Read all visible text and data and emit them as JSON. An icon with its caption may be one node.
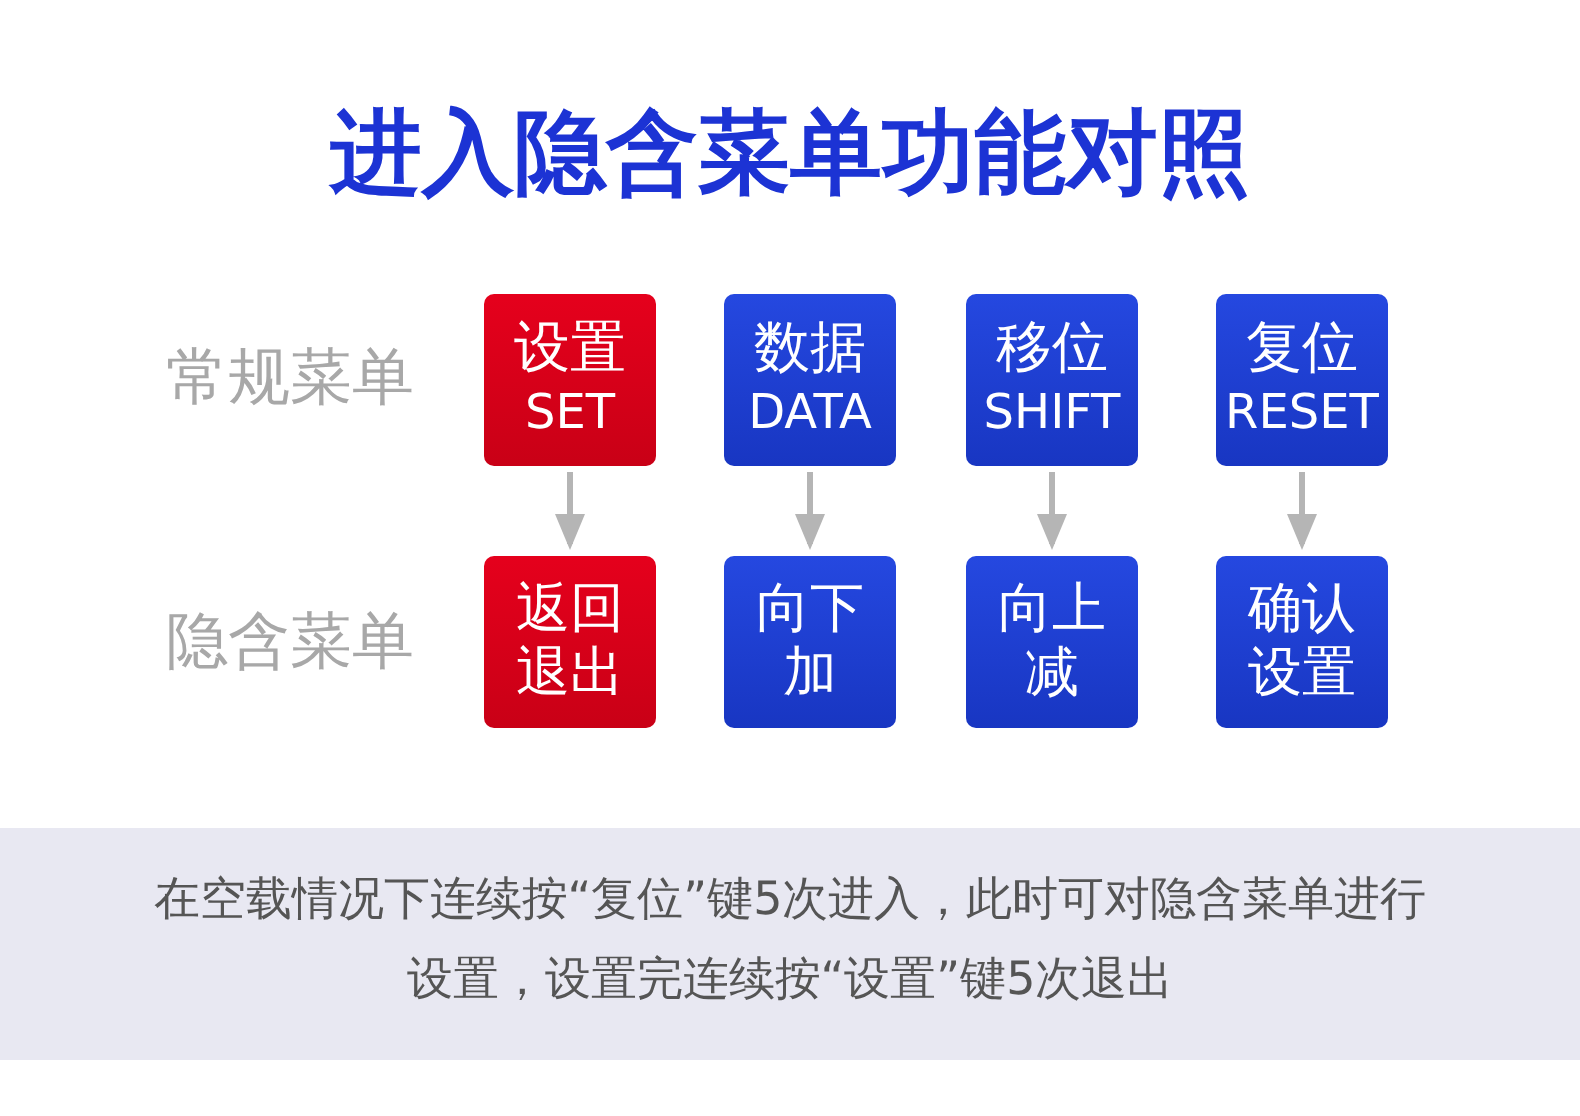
{
  "diagram": {
    "title": "进入隐含菜单功能对照",
    "nodes": [
      {
        "text": [
          "设置",
          "SET"
        ]
      },
      {
        "text": [
          "数据",
          "DATA"
        ]
      },
      {
        "text": [
          "移位",
          "SHIFT"
        ]
      },
      {
        "text": [
          "复位",
          "RESET"
        ]
      },
      {
        "text": [
          "返回退出"
        ]
      },
      {
        "text": [
          "向下加"
        ]
      },
      {
        "text": [
          "向上减"
        ]
      },
      {
        "text": [
          "确认设置"
        ]
      }
    ],
    "edges": [
      {
        "from": 0,
        "to": 4,
        "arrow": "to"
      },
      {
        "from": 1,
        "to": 5,
        "arrow": "to"
      },
      {
        "from": 2,
        "to": 6,
        "arrow": "to"
      },
      {
        "from": 3,
        "to": 7,
        "arrow": "to"
      }
    ],
    "labels": [
      "常规菜单",
      "隐含菜单",
      "在空载情况下连续按“复位”键5次进入，此时可对隐含菜单进行设置，设置完连续按“设置”键5次退出"
    ]
  }
}
